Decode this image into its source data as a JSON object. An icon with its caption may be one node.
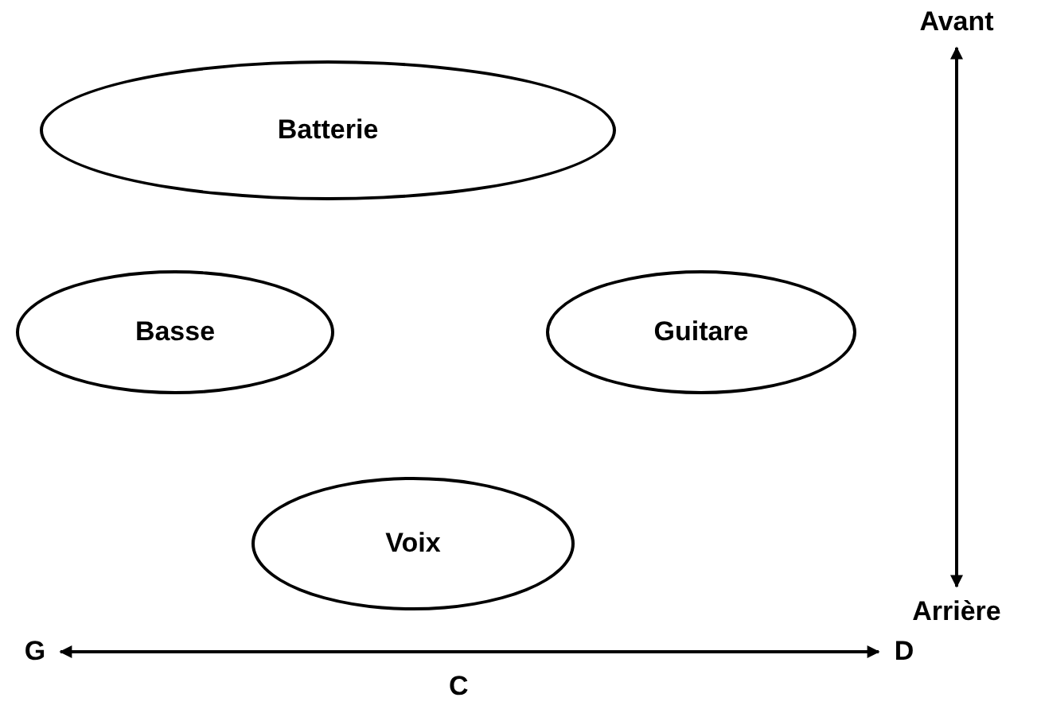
{
  "diagram": {
    "nodes": [
      {
        "text": [
          "Batterie"
        ]
      },
      {
        "text": [
          "Basse"
        ]
      },
      {
        "text": [
          "Guitare"
        ]
      },
      {
        "text": [
          "Voix"
        ]
      },
      {
        "text": [
          "Avant"
        ]
      },
      {
        "text": [
          "Arrière"
        ]
      },
      {
        "text": [
          "G"
        ]
      },
      {
        "text": [
          "D"
        ]
      }
    ],
    "edges": [
      {
        "from": 4,
        "to": 5,
        "arrow": "both"
      },
      {
        "from": 6,
        "to": 7,
        "arrow": "both"
      }
    ],
    "labels": [
      "C"
    ]
  }
}
